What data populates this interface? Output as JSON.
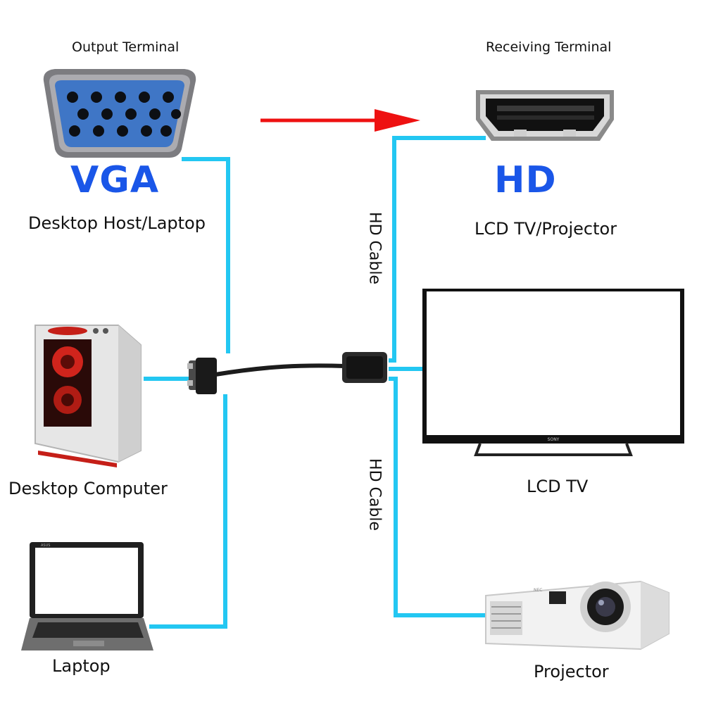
{
  "left": {
    "heading": "Output Terminal",
    "connector": "VGA",
    "source": "Desktop Host/Laptop",
    "devices": [
      "Desktop Computer",
      "Laptop"
    ]
  },
  "right": {
    "heading": "Receiving Terminal",
    "connector": "HD",
    "target": "LCD TV/Projector",
    "devices": [
      "LCD TV",
      "Projector"
    ]
  },
  "cables": [
    "HD Cable",
    "HD Cable"
  ],
  "branding": {
    "tv": "SONY",
    "laptop": "ASUS",
    "projector": "NEC"
  },
  "colors": {
    "wire": "#23c7f2",
    "arrow": "#ee1111",
    "accent_text": "#1a56e8",
    "vga_body": "#3f76c6",
    "case_fan": "#d0241c"
  }
}
